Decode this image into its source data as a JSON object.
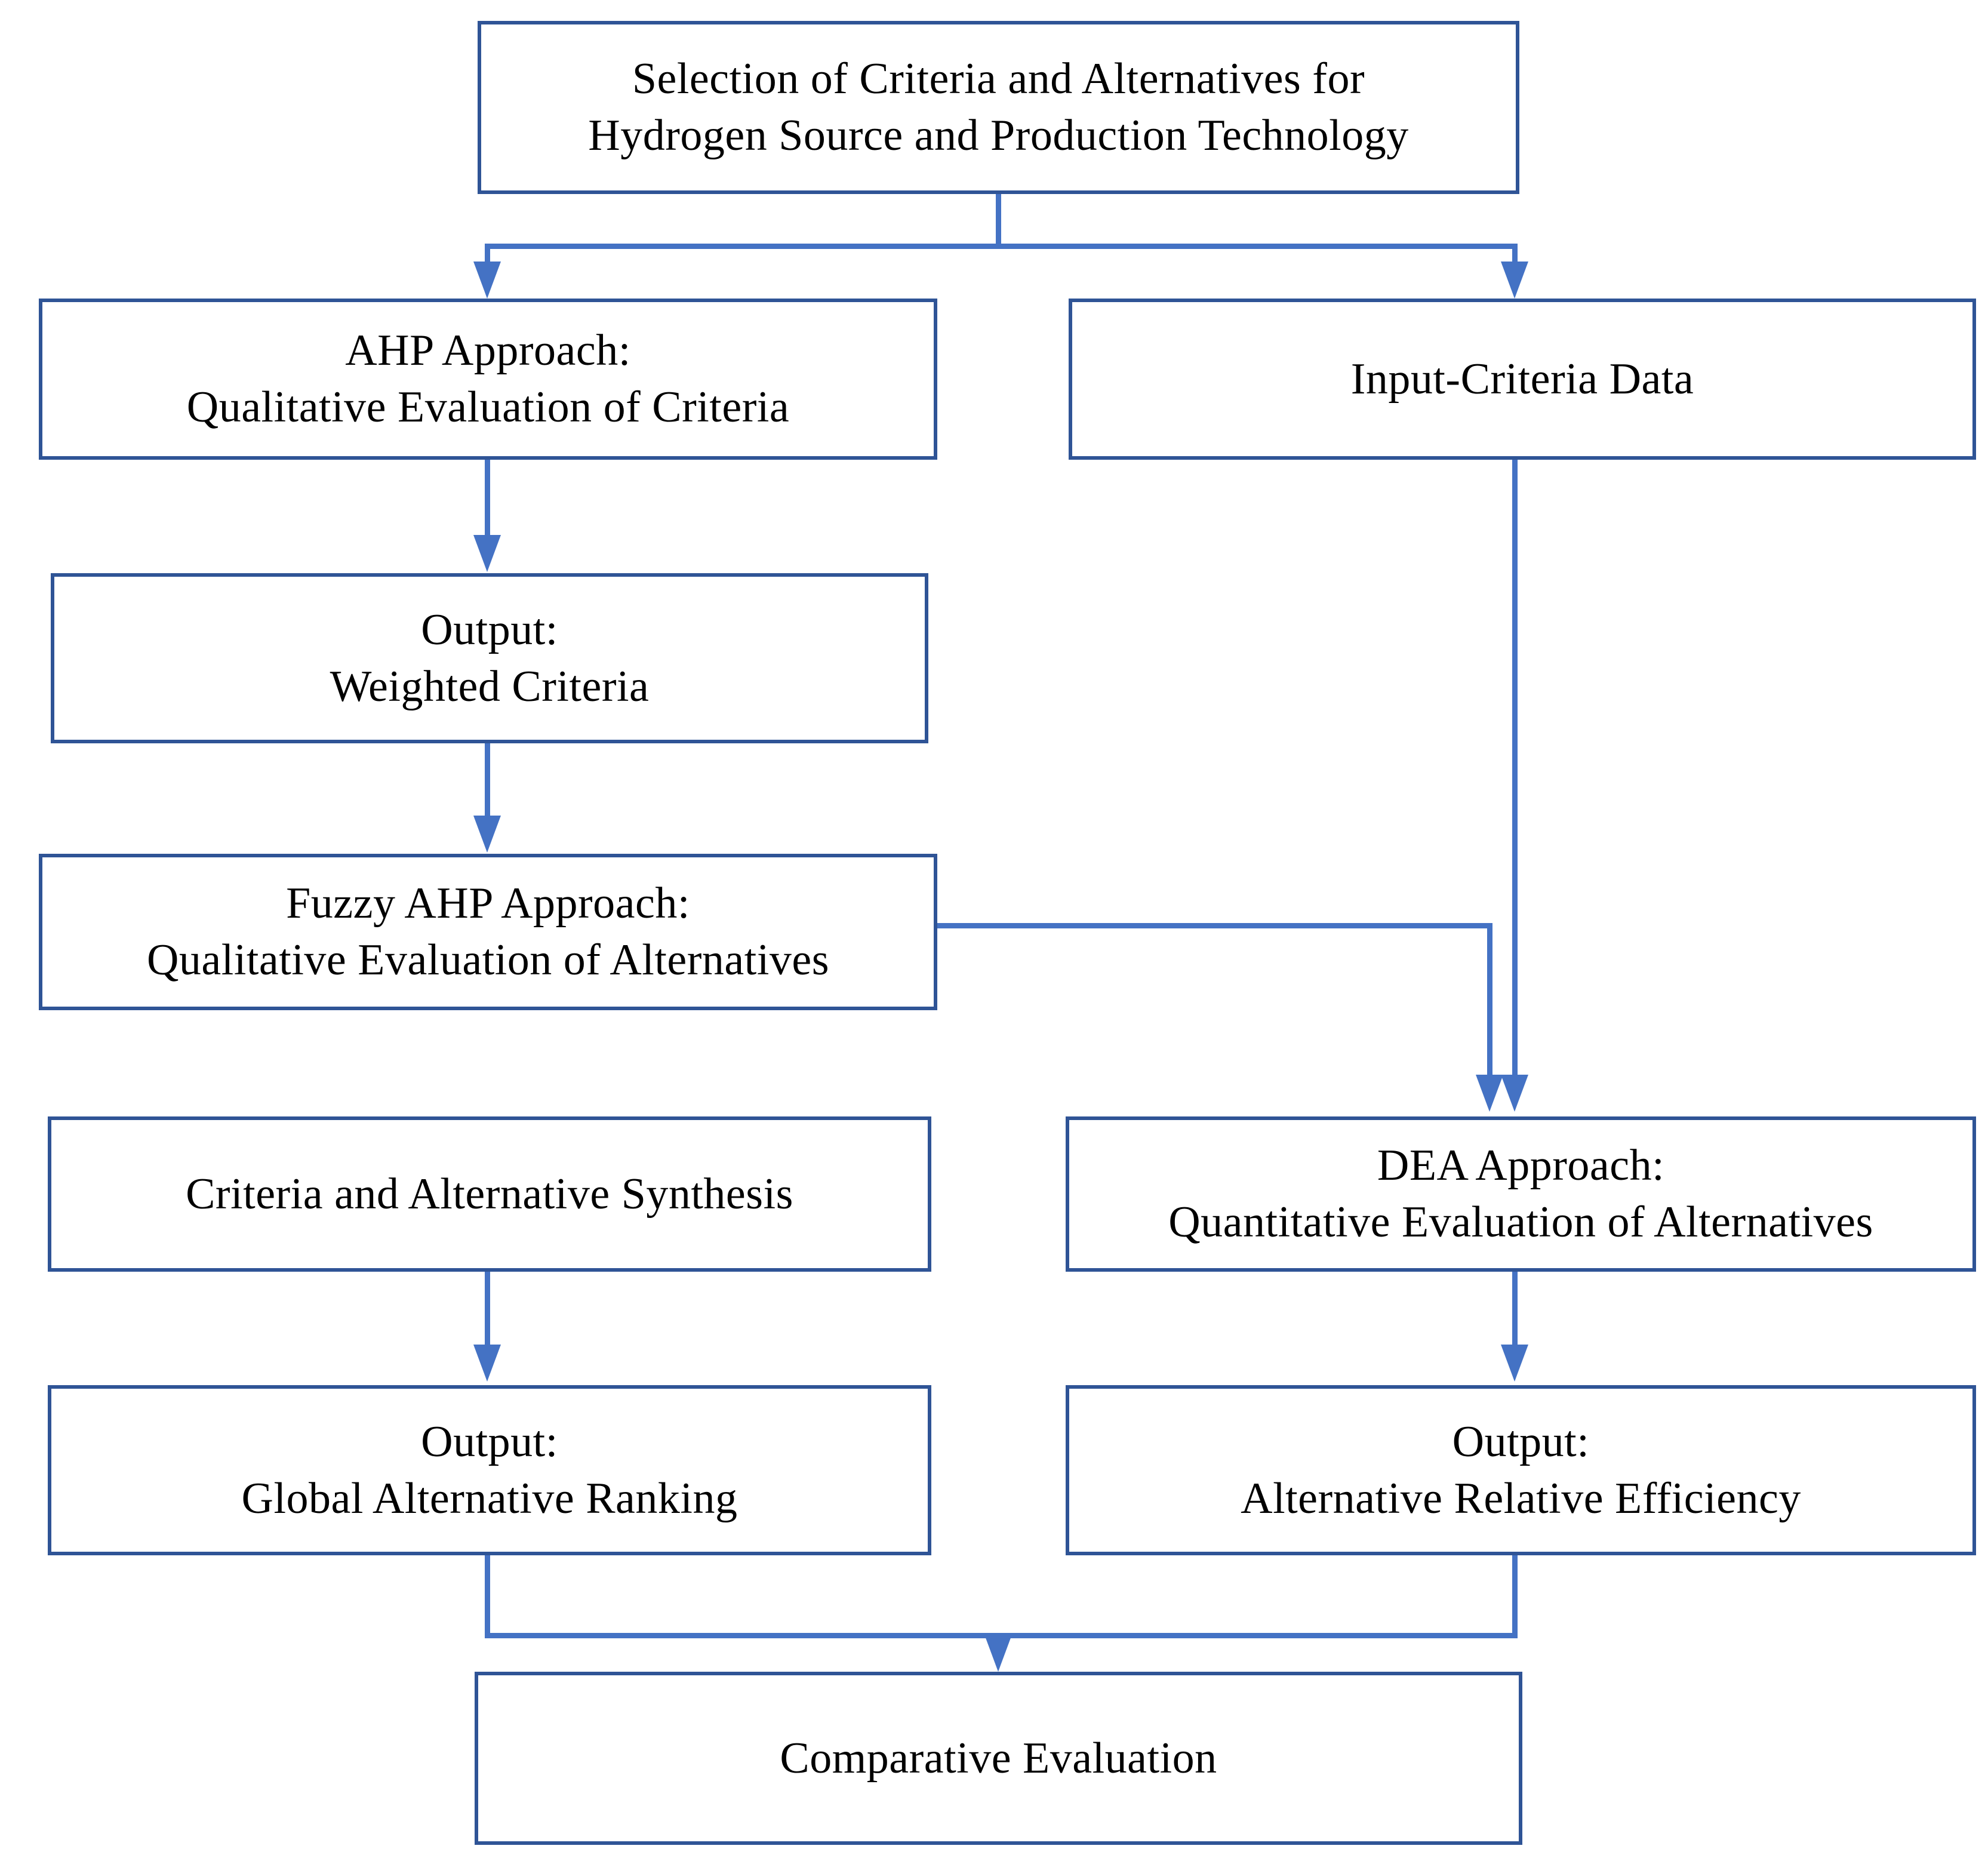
{
  "diagram": {
    "title": "Methodology flowchart for hydrogen source and production technology selection",
    "accent_color": "#4472C4",
    "border_color": "#2F5496",
    "background_color": "#FFFFFF",
    "nodes": [
      {
        "id": "selection",
        "label": "Selection of Criteria and Alternatives for\nHydrogen Source and Production Technology"
      },
      {
        "id": "ahp",
        "label": "AHP Approach:\nQualitative Evaluation of Criteria"
      },
      {
        "id": "input-criteria",
        "label": "Input-Criteria Data"
      },
      {
        "id": "weighted-criteria",
        "label": "Output:\nWeighted Criteria"
      },
      {
        "id": "fuzzy-ahp",
        "label": "Fuzzy AHP Approach:\nQualitative Evaluation of Alternatives"
      },
      {
        "id": "synthesis",
        "label": "Criteria and Alternative Synthesis"
      },
      {
        "id": "dea",
        "label": "DEA Approach:\nQuantitative Evaluation of Alternatives"
      },
      {
        "id": "global-ranking",
        "label": "Output:\nGlobal Alternative Ranking"
      },
      {
        "id": "relative-efficiency",
        "label": "Output:\nAlternative Relative Efficiency"
      },
      {
        "id": "comparative-evaluation",
        "label": "Comparative Evaluation"
      }
    ],
    "edges": [
      {
        "from": "selection",
        "to": "ahp"
      },
      {
        "from": "selection",
        "to": "input-criteria"
      },
      {
        "from": "ahp",
        "to": "weighted-criteria"
      },
      {
        "from": "weighted-criteria",
        "to": "fuzzy-ahp"
      },
      {
        "from": "fuzzy-ahp",
        "to": "dea"
      },
      {
        "from": "input-criteria",
        "to": "dea"
      },
      {
        "from": "synthesis",
        "to": "global-ranking"
      },
      {
        "from": "dea",
        "to": "relative-efficiency"
      },
      {
        "from": "global-ranking",
        "to": "comparative-evaluation"
      },
      {
        "from": "relative-efficiency",
        "to": "comparative-evaluation"
      }
    ]
  }
}
